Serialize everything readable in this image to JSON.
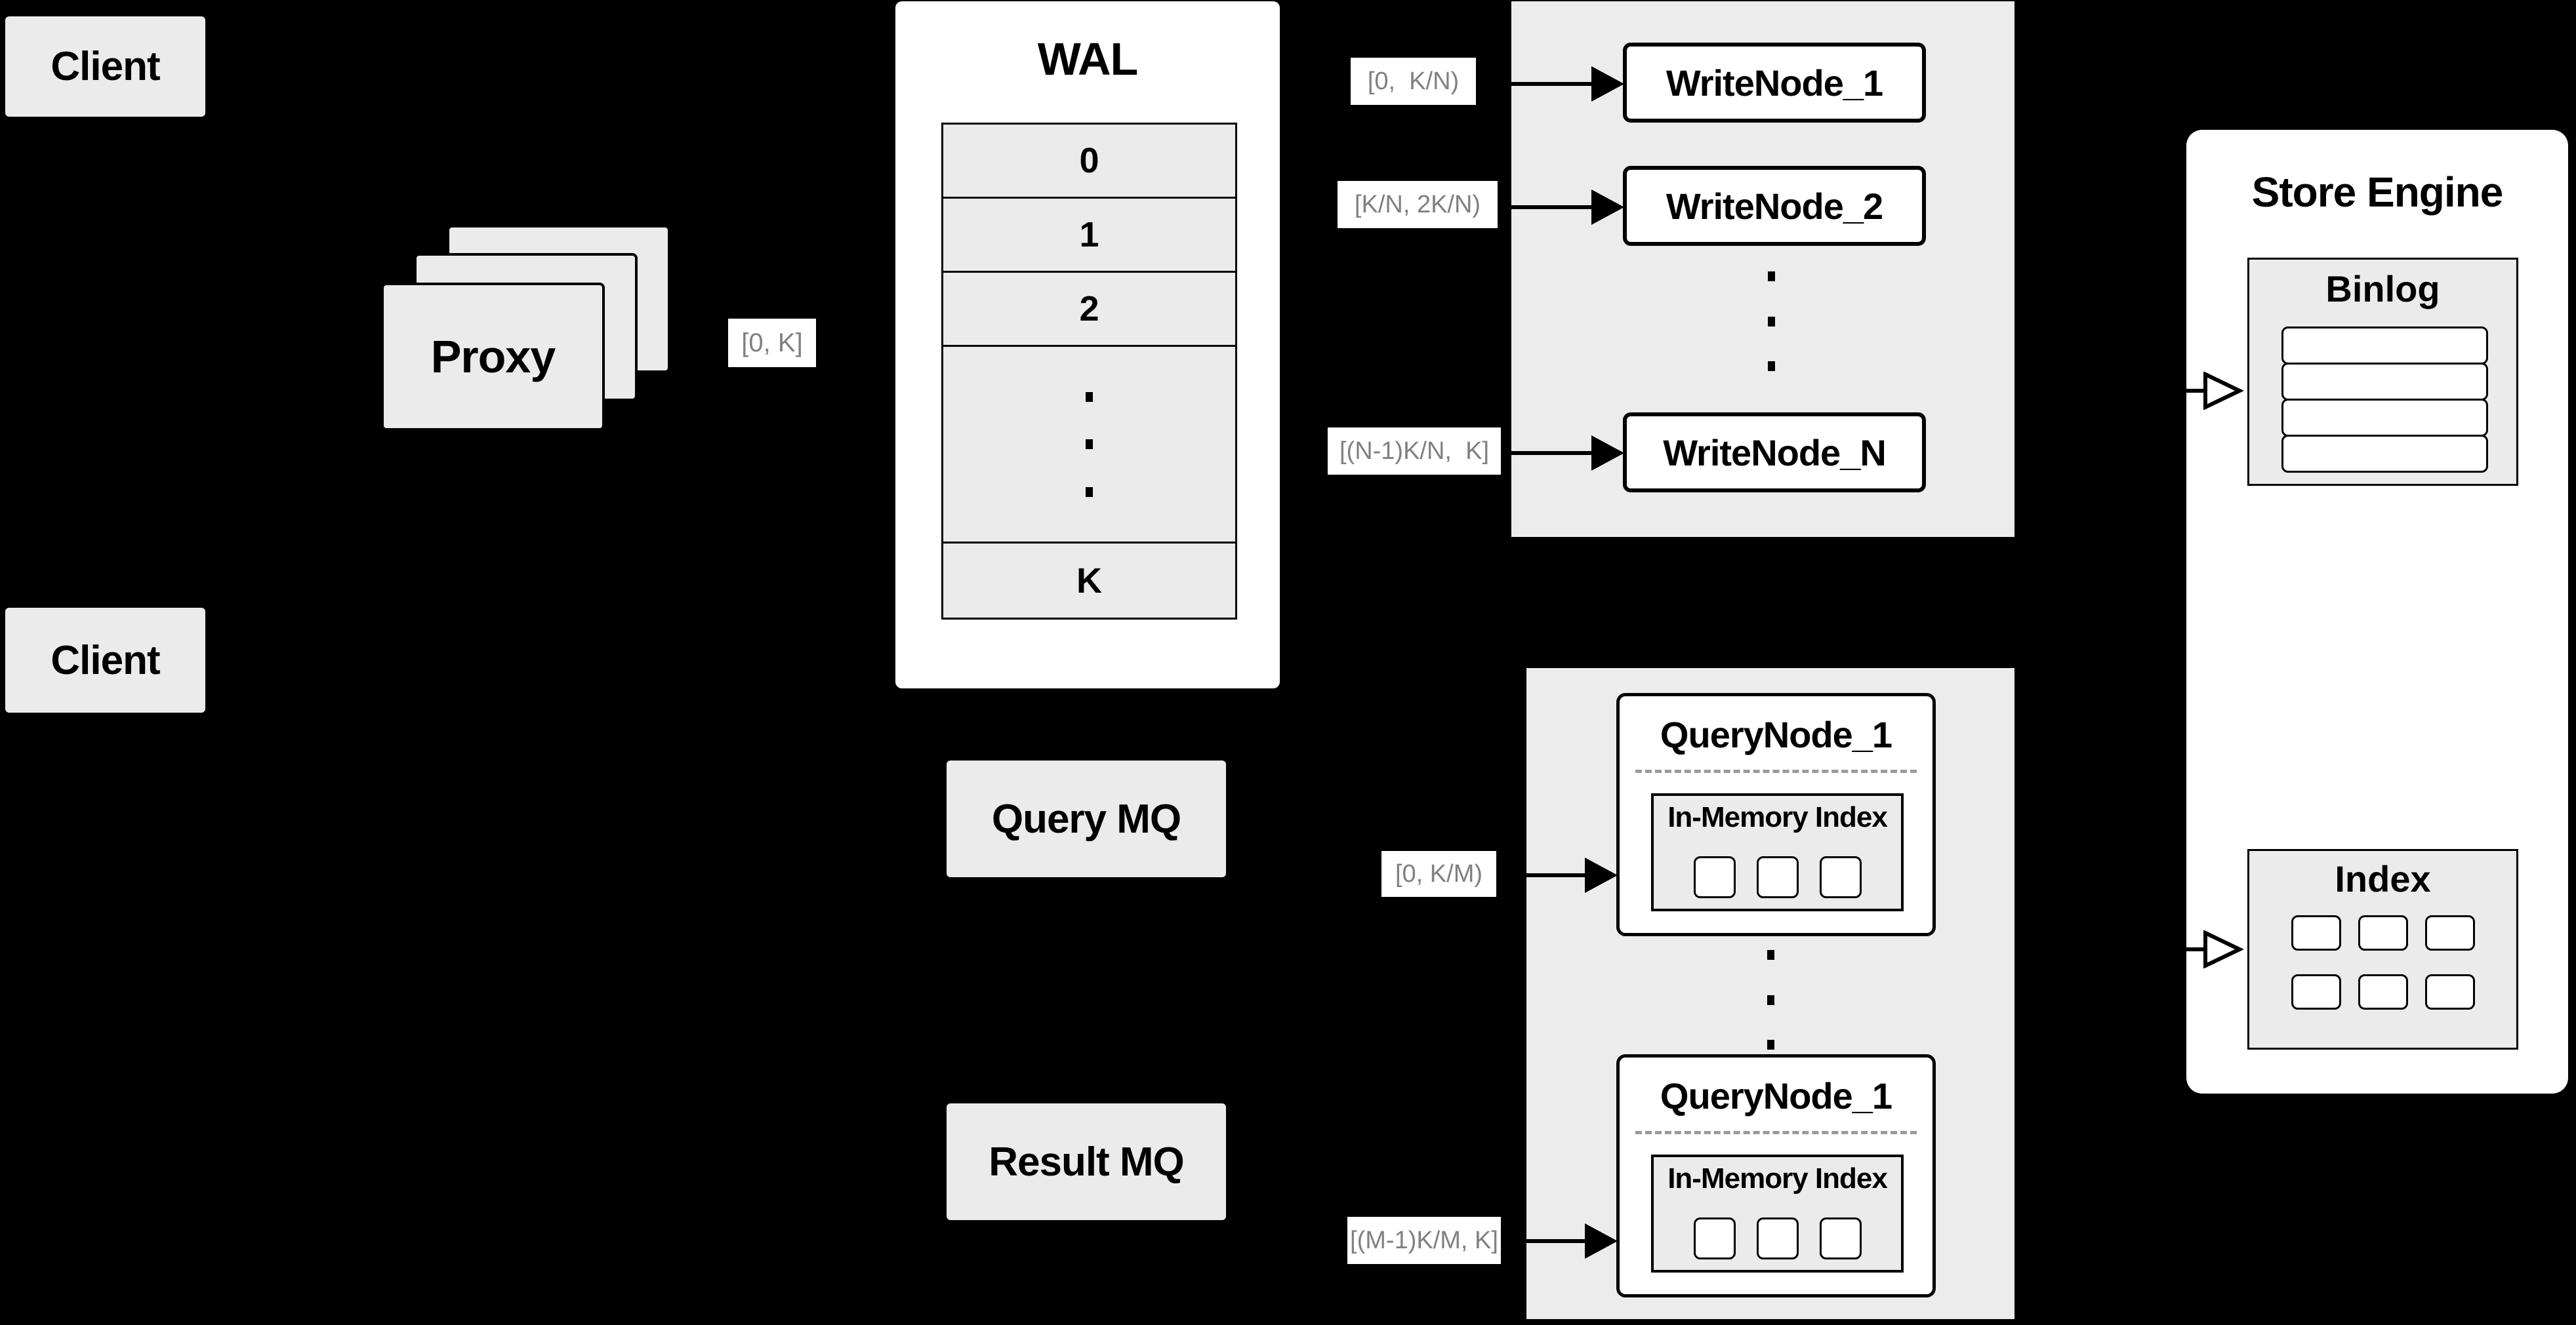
{
  "colors": {
    "background": "#000000",
    "panel_gray": "#ececec",
    "box_gray": "#ebebeb",
    "white": "#ffffff",
    "line_black": "#000000",
    "range_label_text": "#808080",
    "divider_dash": "#9a9a9a"
  },
  "clients": {
    "top": "Client",
    "bottom": "Client"
  },
  "proxy": {
    "label": "Proxy",
    "range_label": "[0, K]"
  },
  "wal": {
    "title": "WAL",
    "rows": [
      "0",
      "1",
      "2"
    ],
    "last_row": "K"
  },
  "mq": {
    "query": "Query MQ",
    "result": "Result MQ"
  },
  "write_nodes": {
    "nodes": [
      "WriteNode_1",
      "WriteNode_2",
      "WriteNode_N"
    ],
    "range_labels": [
      "[0,  K/N)",
      "[K/N, 2K/N)",
      "[(N-1)K/N,  K]"
    ]
  },
  "query_nodes": {
    "nodes": [
      {
        "title": "QueryNode_1",
        "inner_title": "In-Memory Index"
      },
      {
        "title": "QueryNode_1",
        "inner_title": "In-Memory Index"
      }
    ],
    "range_labels": [
      "[0, K/M)",
      "[(M-1)K/M, K]"
    ]
  },
  "store_engine": {
    "title": "Store Engine",
    "binlog_title": "Binlog",
    "index_title": "Index"
  }
}
